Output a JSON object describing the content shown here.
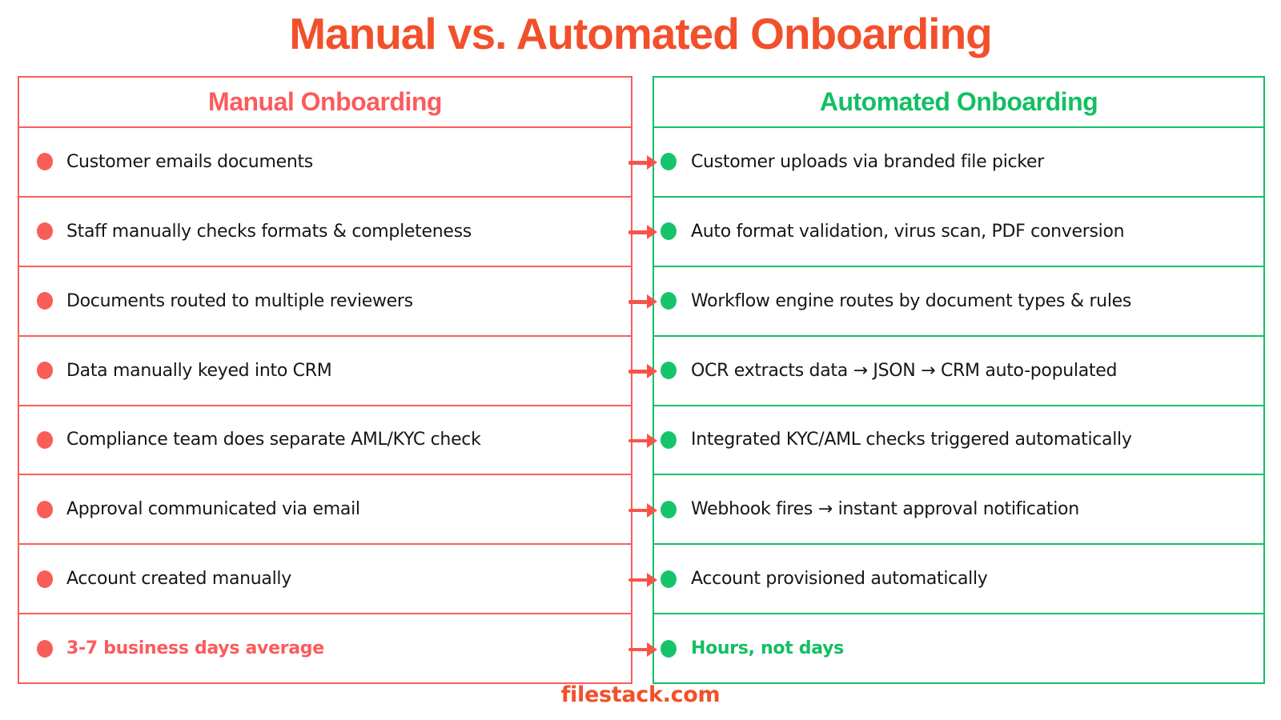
{
  "title": "Manual vs. Automated Onboarding",
  "footer": "filestack.com",
  "colors": {
    "title_red": "#F1502B",
    "manual_coral": "#FB5B5D",
    "automated_green": "#13C166",
    "arrow_red": "#F6544A",
    "body_text": "#161616"
  },
  "icons": {
    "row_connector": "arrow-right-icon",
    "manual_bullet": "red-dot-icon",
    "automated_bullet": "green-dot-icon"
  },
  "columns": {
    "manual": {
      "header": "Manual Onboarding",
      "rows": [
        {
          "text": "Customer emails documents",
          "emphasis": false
        },
        {
          "text": "Staff manually checks formats & completeness",
          "emphasis": false
        },
        {
          "text": "Documents routed to multiple reviewers",
          "emphasis": false
        },
        {
          "text": "Data manually keyed into CRM",
          "emphasis": false
        },
        {
          "text": "Compliance team does separate AML/KYC check",
          "emphasis": false
        },
        {
          "text": "Approval communicated via email",
          "emphasis": false
        },
        {
          "text": "Account created manually",
          "emphasis": false
        },
        {
          "text": "3-7 business days average",
          "emphasis": true
        }
      ]
    },
    "automated": {
      "header": "Automated Onboarding",
      "rows": [
        {
          "text": "Customer uploads via branded file picker",
          "emphasis": false
        },
        {
          "text": "Auto format validation, virus scan, PDF conversion",
          "emphasis": false
        },
        {
          "text": "Workflow engine routes by document types & rules",
          "emphasis": false
        },
        {
          "text": "OCR extracts data → JSON → CRM auto-populated",
          "emphasis": false
        },
        {
          "text": "Integrated KYC/AML checks triggered automatically",
          "emphasis": false
        },
        {
          "text": "Webhook fires → instant approval notification",
          "emphasis": false
        },
        {
          "text": "Account provisioned automatically",
          "emphasis": false
        },
        {
          "text": "Hours, not days",
          "emphasis": true
        }
      ]
    }
  }
}
